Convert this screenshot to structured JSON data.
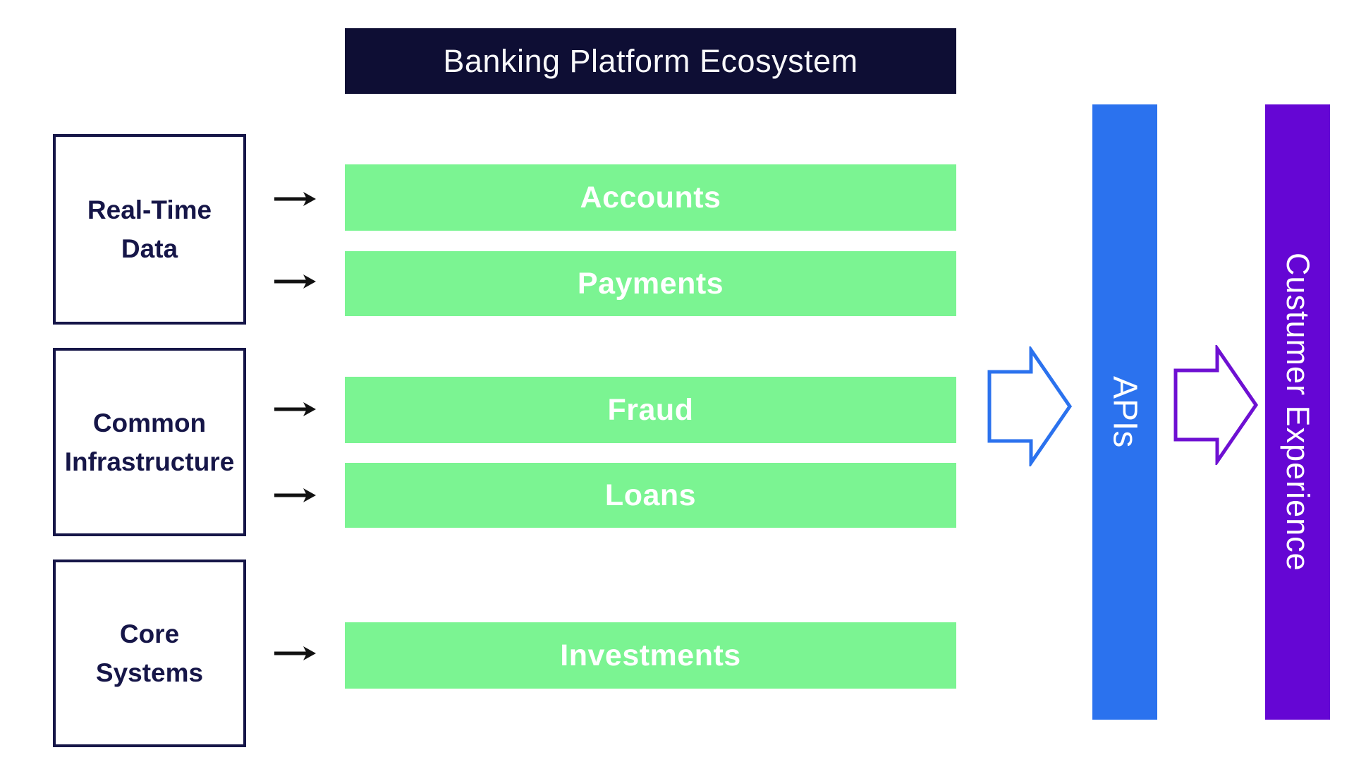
{
  "diagram": {
    "title": "Banking Platform Ecosystem",
    "source_boxes": [
      {
        "lines": [
          "Real-Time",
          "Data"
        ]
      },
      {
        "lines": [
          "Common",
          "Infrastructure"
        ]
      },
      {
        "lines": [
          "Core",
          "Systems"
        ]
      }
    ],
    "services": [
      "Accounts",
      "Payments",
      "Fraud",
      "Loans",
      "Investments"
    ],
    "api_bar_label": "APIs",
    "experience_bar_label": "Custumer Experience",
    "icons": {
      "flow_arrow": "right-arrow",
      "api_block_arrow": "blue-outline-right-arrow",
      "experience_block_arrow": "purple-outline-right-arrow"
    },
    "colors": {
      "title_navy": "#0e0e34",
      "box_border_navy": "#161648",
      "service_green": "#7bf492",
      "api_blue": "#2b72ee",
      "experience_purple": "#6506d4",
      "arrow_black": "#111111",
      "text_white": "#ffffff"
    }
  }
}
